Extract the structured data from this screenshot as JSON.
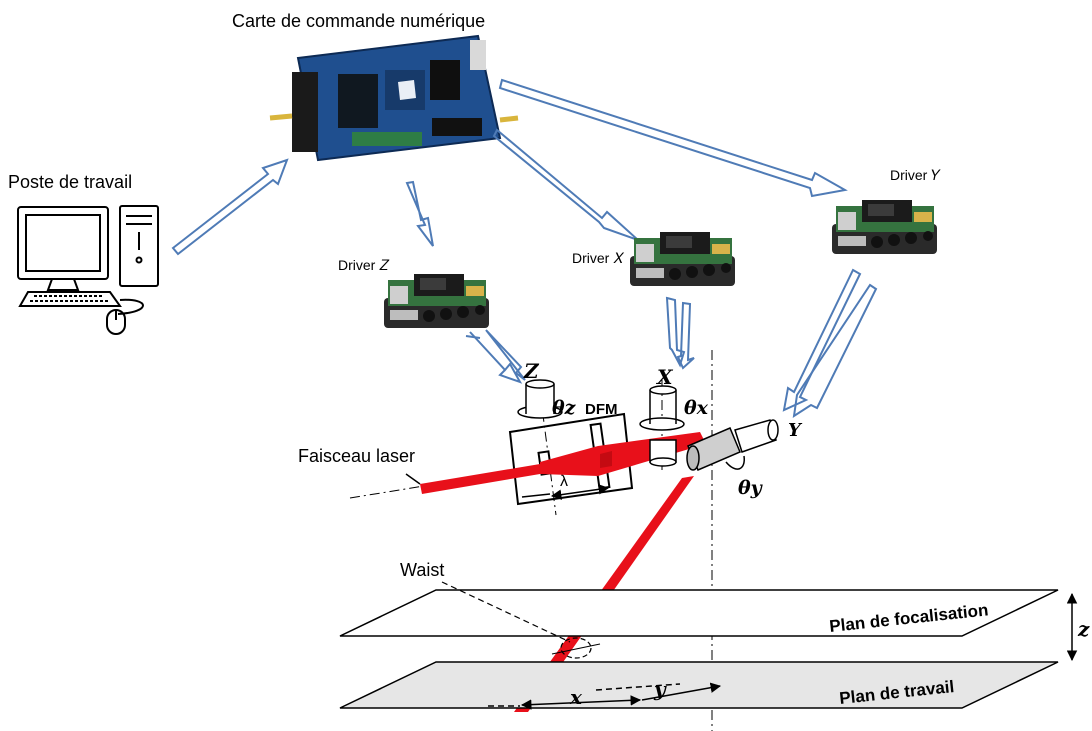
{
  "labels": {
    "control_board": "Carte de commande numérique",
    "workstation": "Poste de travail",
    "driver_z": "Driver 𝑍",
    "driver_x": "Driver 𝑋",
    "driver_y": "Driver 𝑌",
    "laser_beam": "Faisceau laser",
    "waist": "Waist",
    "focal_plane": "Plan de focalisation",
    "work_plane": "Plan de travail",
    "dfm": "DFM",
    "lambda": "λ"
  },
  "symbols": {
    "axis_Z": "Z",
    "axis_X": "X",
    "axis_Y": "Y",
    "theta_z": "θz",
    "theta_x": "θx",
    "theta_y": "θy",
    "height_z": "z",
    "offset_x": "x",
    "offset_y": "y"
  },
  "colors": {
    "arrow_outline": "#4f7bb6",
    "laser": "#e8101a",
    "pcb_blue": "#1f4f8f",
    "pcb_green": "#2f6b3a",
    "work_plane_fill": "#e6e6e6"
  },
  "icons": [
    "computer-icon",
    "control-board-image",
    "driver-board-image"
  ]
}
